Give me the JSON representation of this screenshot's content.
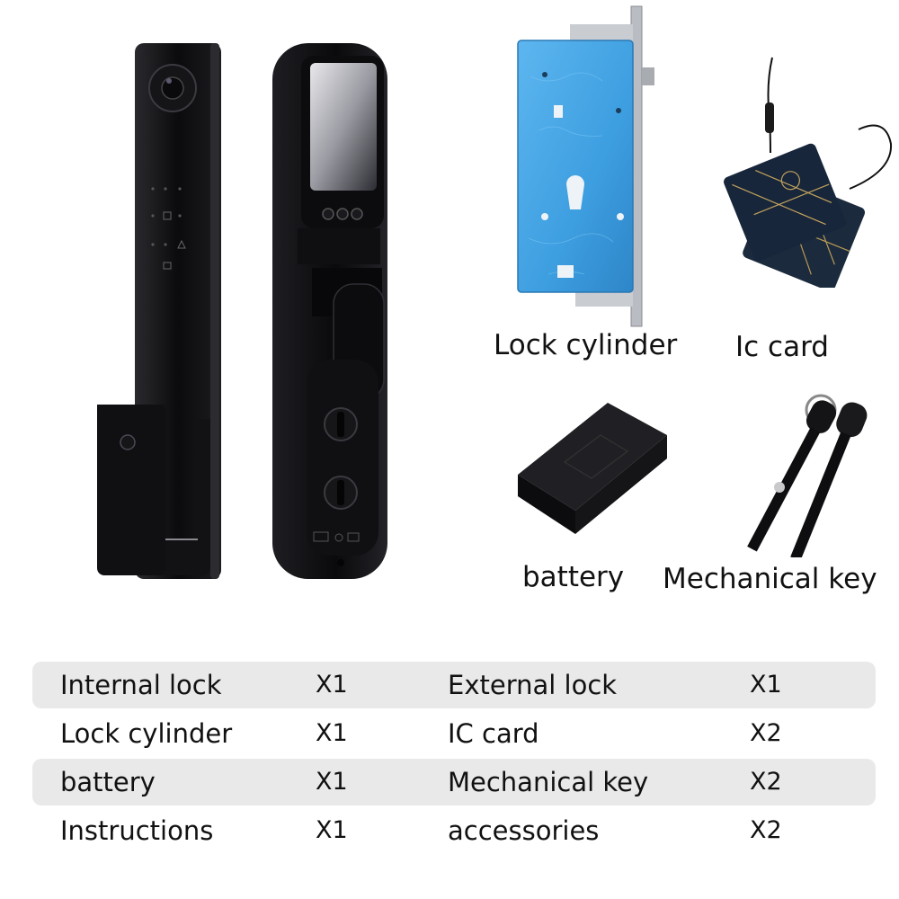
{
  "captions": {
    "lock_cylinder": "Lock cylinder",
    "ic_card": "Ic card",
    "battery": "battery",
    "mechanical_key": "Mechanical key"
  },
  "table": {
    "rows": [
      {
        "item_a": "Internal lock",
        "qty_a": "X1",
        "item_b": "External lock",
        "qty_b": "X1"
      },
      {
        "item_a": "Lock cylinder",
        "qty_a": "X1",
        "item_b": "IC card",
        "qty_b": "X2"
      },
      {
        "item_a": "battery",
        "qty_a": "X1",
        "item_b": "Mechanical key",
        "qty_b": "X2"
      },
      {
        "item_a": "Instructions",
        "qty_a": "X1",
        "item_b": "accessories",
        "qty_b": "X2"
      }
    ]
  },
  "colors": {
    "lock_body": "#0d0d0f",
    "mortise_blue": "#3d9ee0",
    "row_shade": "#e9e9ea"
  }
}
